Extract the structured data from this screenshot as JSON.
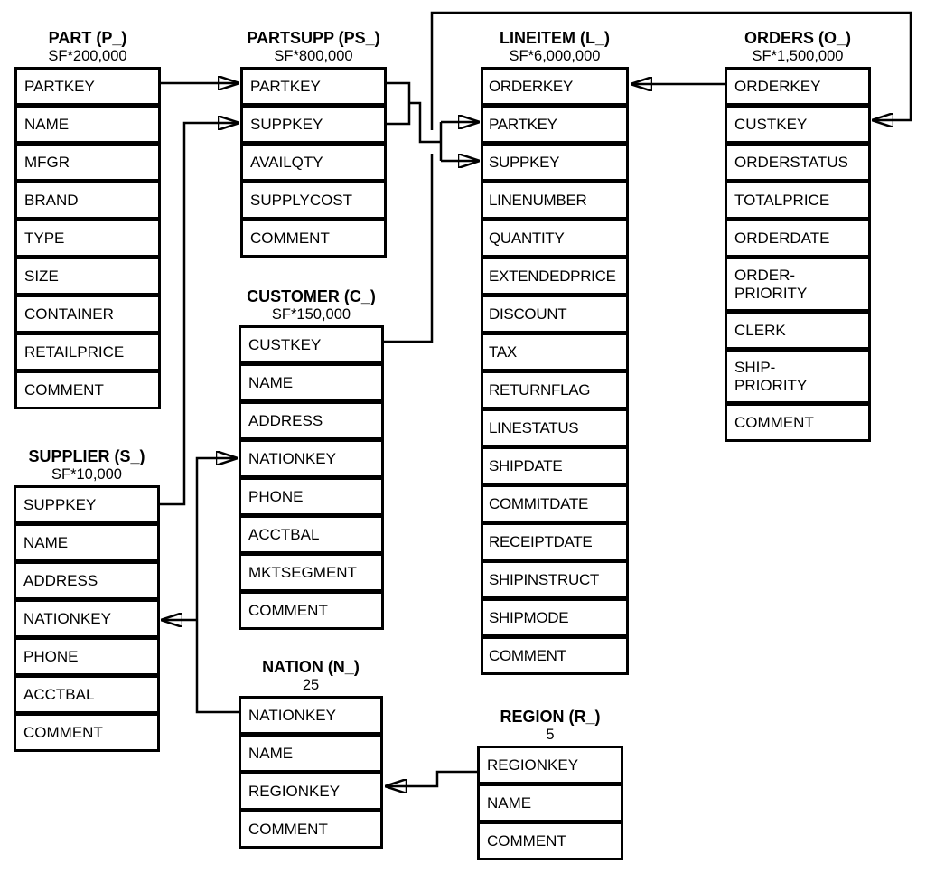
{
  "diagram": {
    "kind": "database-schema-diagram",
    "colors": {
      "line": "#000000",
      "text": "#000000",
      "background": "#ffffff"
    }
  },
  "tables": [
    {
      "id": "part",
      "title": "PART (P_)",
      "cardinality": "SF*200,000",
      "columns": [
        "PARTKEY",
        "NAME",
        "MFGR",
        "BRAND",
        "TYPE",
        "SIZE",
        "CONTAINER",
        "RETAILPRICE",
        "COMMENT"
      ]
    },
    {
      "id": "partsupp",
      "title": "PARTSUPP (PS_)",
      "cardinality": "SF*800,000",
      "columns": [
        "PARTKEY",
        "SUPPKEY",
        "AVAILQTY",
        "SUPPLYCOST",
        "COMMENT"
      ]
    },
    {
      "id": "customer",
      "title": "CUSTOMER (C_)",
      "cardinality": "SF*150,000",
      "columns": [
        "CUSTKEY",
        "NAME",
        "ADDRESS",
        "NATIONKEY",
        "PHONE",
        "ACCTBAL",
        "MKTSEGMENT",
        "COMMENT"
      ]
    },
    {
      "id": "lineitem",
      "title": "LINEITEM (L_)",
      "cardinality": "SF*6,000,000",
      "columns": [
        "ORDERKEY",
        "PARTKEY",
        "SUPPKEY",
        "LINENUMBER",
        "QUANTITY",
        "EXTENDEDPRICE",
        "DISCOUNT",
        "TAX",
        "RETURNFLAG",
        "LINESTATUS",
        "SHIPDATE",
        "COMMITDATE",
        "RECEIPTDATE",
        "SHIPINSTRUCT",
        "SHIPMODE",
        "COMMENT"
      ]
    },
    {
      "id": "orders",
      "title": "ORDERS (O_)",
      "cardinality": "SF*1,500,000",
      "columns": [
        "ORDERKEY",
        "CUSTKEY",
        "ORDERSTATUS",
        "TOTALPRICE",
        "ORDERDATE",
        "ORDER-\nPRIORITY",
        "CLERK",
        "SHIP-\nPRIORITY",
        "COMMENT"
      ]
    },
    {
      "id": "supplier",
      "title": "SUPPLIER (S_)",
      "cardinality": "SF*10,000",
      "columns": [
        "SUPPKEY",
        "NAME",
        "ADDRESS",
        "NATIONKEY",
        "PHONE",
        "ACCTBAL",
        "COMMENT"
      ]
    },
    {
      "id": "nation",
      "title": "NATION (N_)",
      "cardinality": "25",
      "columns": [
        "NATIONKEY",
        "NAME",
        "REGIONKEY",
        "COMMENT"
      ]
    },
    {
      "id": "region",
      "title": "REGION (R_)",
      "cardinality": "5",
      "columns": [
        "REGIONKEY",
        "NAME",
        "COMMENT"
      ]
    }
  ],
  "relationships": [
    {
      "from": "PART.PARTKEY",
      "to": "PARTSUPP.PARTKEY"
    },
    {
      "from": "SUPPLIER.SUPPKEY",
      "to": "PARTSUPP.SUPPKEY"
    },
    {
      "from": "PARTSUPP.PARTKEY",
      "to": "LINEITEM.PARTKEY"
    },
    {
      "from": "PARTSUPP.SUPPKEY",
      "to": "LINEITEM.SUPPKEY"
    },
    {
      "from": "ORDERS.ORDERKEY",
      "to": "LINEITEM.ORDERKEY"
    },
    {
      "from": "CUSTOMER.CUSTKEY",
      "to": "ORDERS.CUSTKEY"
    },
    {
      "from": "NATION.NATIONKEY",
      "to": "CUSTOMER.NATIONKEY"
    },
    {
      "from": "NATION.NATIONKEY",
      "to": "SUPPLIER.NATIONKEY"
    },
    {
      "from": "REGION.REGIONKEY",
      "to": "NATION.REGIONKEY"
    }
  ]
}
